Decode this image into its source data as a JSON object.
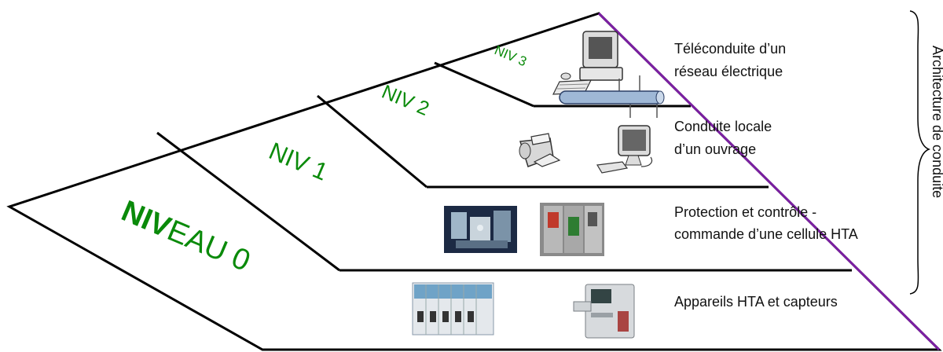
{
  "levels": {
    "niv0": {
      "bold_part": "NIV",
      "rest_part": "EAU 0"
    },
    "niv1": "NIV 1",
    "niv2": "NIV 2",
    "niv3": "NIV 3"
  },
  "descriptions": {
    "level3": {
      "line1": "Téléconduite d’un",
      "line2": "réseau électrique"
    },
    "level2": {
      "line1": "Conduite locale",
      "line2": "d’un ouvrage"
    },
    "level1": {
      "line1": "Protection et contrôle -",
      "line2": "commande d’une cellule HTA"
    },
    "level0": {
      "line1": "Appareils HTA et capteurs"
    }
  },
  "side_label": "Architecture de conduite",
  "colors": {
    "level_text": "#0a8a0a",
    "hypotenuse": "#7b1fa2",
    "outline": "#000000"
  },
  "icons": [
    "computer-workstation-icon",
    "network-bus-icon",
    "printer-icon",
    "monitor-keyboard-icon",
    "control-modules-photo",
    "rack-equipment-photo",
    "hta-switchgear-photo",
    "sensor-cabinet-photo"
  ]
}
